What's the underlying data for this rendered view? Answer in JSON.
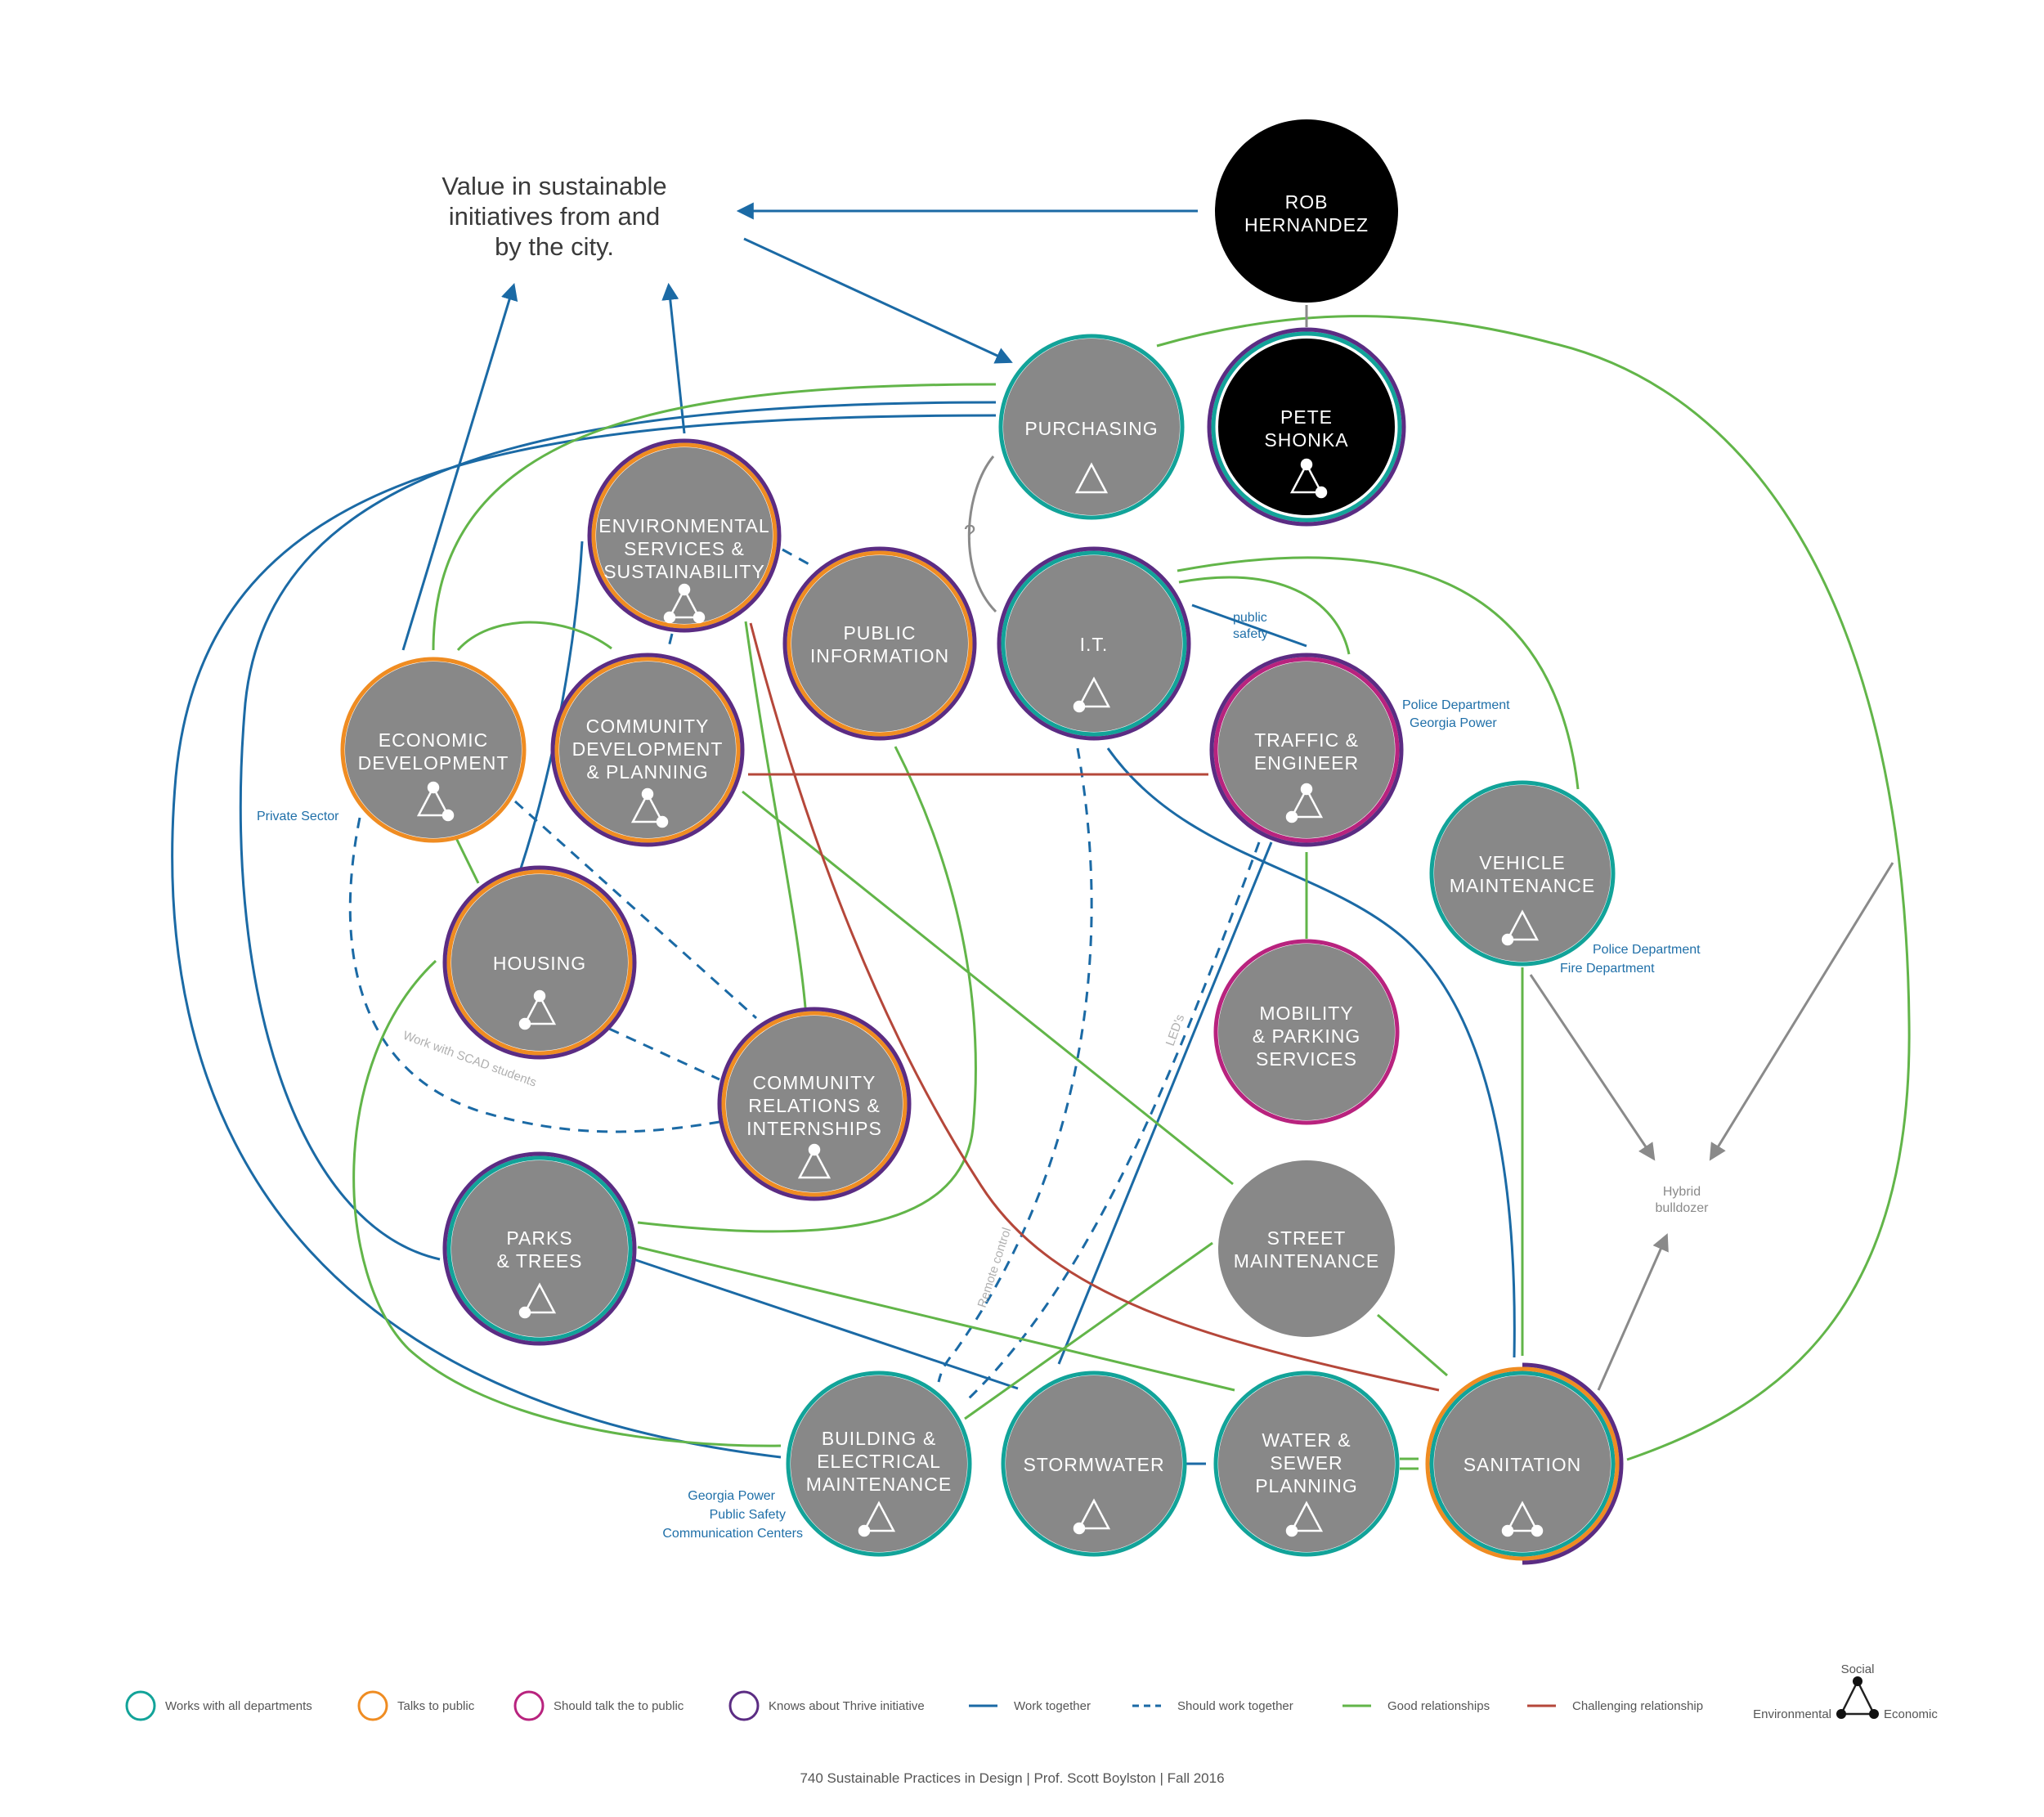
{
  "colors": {
    "node_fill": "#888888",
    "black_node": "#000000",
    "teal": "#12a399",
    "orange": "#ef8c22",
    "magenta": "#b8237e",
    "purple": "#5b2c83",
    "blue": "#1b6aa5",
    "green": "#62b549",
    "red": "#b5473a",
    "gray_arrow": "#8a8a8a"
  },
  "title": [
    "Value in sustainable",
    "initiatives from and",
    "by the city."
  ],
  "nodes": {
    "rob": [
      "ROB",
      "HERNANDEZ"
    ],
    "pete": [
      "PETE",
      "SHONKA"
    ],
    "purchasing": [
      "PURCHASING"
    ],
    "env": [
      "ENVIRONMENTAL",
      "SERVICES &",
      "SUSTAINABILITY"
    ],
    "pubinfo": [
      "PUBLIC",
      "INFORMATION"
    ],
    "it": [
      "I.T."
    ],
    "econ": [
      "ECONOMIC",
      "DEVELOPMENT"
    ],
    "cdp": [
      "COMMUNITY",
      "DEVELOPMENT",
      "& PLANNING"
    ],
    "traffic": [
      "TRAFFIC &",
      "ENGINEER"
    ],
    "vehicle": [
      "VEHICLE",
      "MAINTENANCE"
    ],
    "housing": [
      "HOUSING"
    ],
    "mobility": [
      "MOBILITY",
      "& PARKING",
      "SERVICES"
    ],
    "cri": [
      "COMMUNITY",
      "RELATIONS &",
      "INTERNSHIPS"
    ],
    "parks": [
      "PARKS",
      "& TREES"
    ],
    "street": [
      "STREET",
      "MAINTENANCE"
    ],
    "building": [
      "BUILDING &",
      "ELECTRICAL",
      "MAINTENANCE"
    ],
    "storm": [
      "STORMWATER"
    ],
    "water": [
      "WATER &",
      "SEWER",
      "PLANNING"
    ],
    "sanitation": [
      "SANITATION"
    ]
  },
  "annotations": {
    "question": "?",
    "public_safety": [
      "public",
      "safety"
    ],
    "traffic_partners": [
      "Police Department",
      "Georgia Power"
    ],
    "vehicle_partners": [
      "Police Department",
      "Fire Department"
    ],
    "private_sector": "Private Sector",
    "building_partners": [
      "Georgia Power",
      "Public Safety",
      "Communication Centers"
    ],
    "hybrid": [
      "Hybrid",
      "bulldozer"
    ],
    "leds": "LED's",
    "remote_control": "Remote control",
    "scad": "Work with SCAD students"
  },
  "legend": {
    "teal": "Works with all departments",
    "orange": "Talks to public",
    "magenta": "Should talk the to public",
    "purple": "Knows about Thrive initiative",
    "work_together": "Work together",
    "should_work": "Should work together",
    "good": "Good relationships",
    "challenging": "Challenging relationship",
    "social": "Social",
    "environmental": "Environmental",
    "economic": "Economic"
  },
  "footer": "740 Sustainable Practices in Design  |  Prof. Scott Boylston  |  Fall 2016"
}
